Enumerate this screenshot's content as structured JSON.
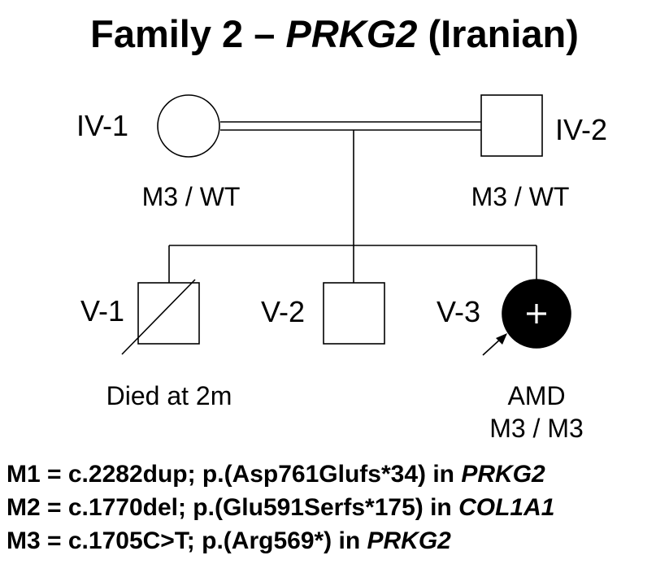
{
  "title": {
    "prefix": "Family 2 – ",
    "gene": "PRKG2",
    "suffix": " (Iranian)"
  },
  "individuals": {
    "iv1": {
      "id": "IV-1",
      "genotype": "M3 / WT",
      "sex": "female",
      "affected": false
    },
    "iv2": {
      "id": "IV-2",
      "genotype": "M3 / WT",
      "sex": "male",
      "affected": false
    },
    "v1": {
      "id": "V-1",
      "note": "Died at 2m",
      "sex": "male",
      "deceased": true
    },
    "v2": {
      "id": "V-2",
      "sex": "male",
      "affected": false
    },
    "v3": {
      "id": "V-3",
      "phenotype": "AMD",
      "genotype": "M3 / M3",
      "sex": "female",
      "affected": true,
      "proband": true,
      "symbol_text": "+"
    }
  },
  "legend": {
    "m1": {
      "prefix": "M1 = c.2282dup; p.(Asp761Glufs*34) in ",
      "gene": "PRKG2"
    },
    "m2": {
      "prefix": "M2 = c.1770del; p.(Glu591Serfs*175) in ",
      "gene": "COL1A1"
    },
    "m3": {
      "prefix": "M3 = c.1705C>T; p.(Arg569*) in ",
      "gene": "PRKG2"
    }
  },
  "colors": {
    "line": "#000000",
    "affected_fill": "#000000",
    "unaffected_fill": "#ffffff",
    "background": "#ffffff"
  }
}
